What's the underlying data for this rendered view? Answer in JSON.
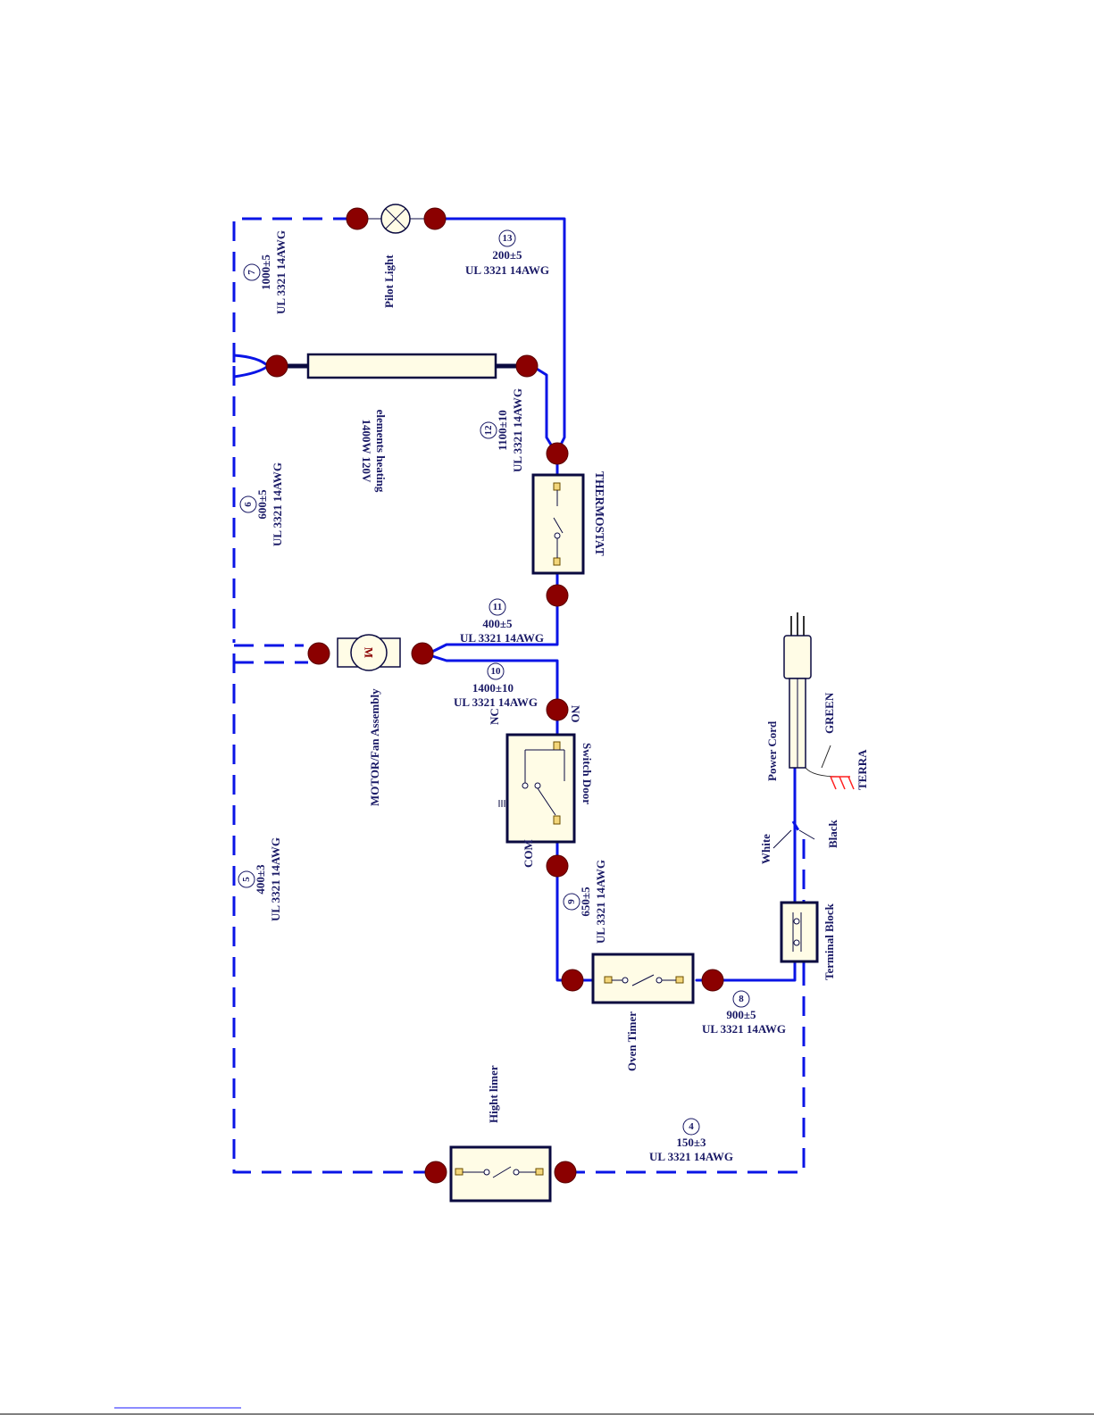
{
  "components": {
    "pilot_light": "Pilot Light",
    "heating_element_1": "elements heating",
    "heating_element_2": "1400W 120V",
    "thermostat": "THERMOSTAT",
    "motor_symbol": "M",
    "motor": "MOTOR/Fan Assembly",
    "switch_door": "Switch Door",
    "switch_nc": "NC",
    "switch_no": "NO",
    "switch_com": "COM",
    "oven_timer": "Oven Timer",
    "hight_limer": "Hight limer",
    "terminal_block": "Terminal Block",
    "power_cord": "Power Cord",
    "green": "GREEN",
    "terra": "TERRA",
    "white": "White",
    "black": "Black"
  },
  "wires": {
    "w4": {
      "num": "4",
      "len": "150±3",
      "spec": "UL 3321 14AWG"
    },
    "w5": {
      "num": "5",
      "len": "400±3",
      "spec": "UL 3321 14AWG"
    },
    "w6": {
      "num": "6",
      "len": "600±5",
      "spec": "UL 3321 14AWG"
    },
    "w7": {
      "num": "7",
      "len": "1000±5",
      "spec": "UL 3321 14AWG"
    },
    "w8": {
      "num": "8",
      "len": "900±5",
      "spec": "UL 3321 14AWG"
    },
    "w9": {
      "num": "9",
      "len": "650±5",
      "spec": "UL 3321 14AWG"
    },
    "w10": {
      "num": "10",
      "len": "1400±10",
      "spec": "UL 3321 14AWG"
    },
    "w11": {
      "num": "11",
      "len": "400±5",
      "spec": "UL 3321 14AWG"
    },
    "w12": {
      "num": "12",
      "len": "1100±10",
      "spec": "UL 3321 14AWG"
    },
    "w13": {
      "num": "13",
      "len": "200±5",
      "spec": "UL 3321 14AWG"
    }
  },
  "colors": {
    "wire": "#0a14e6",
    "terminal": "#8b0000",
    "ground": "#ff2020",
    "label": "#1a1a66"
  }
}
